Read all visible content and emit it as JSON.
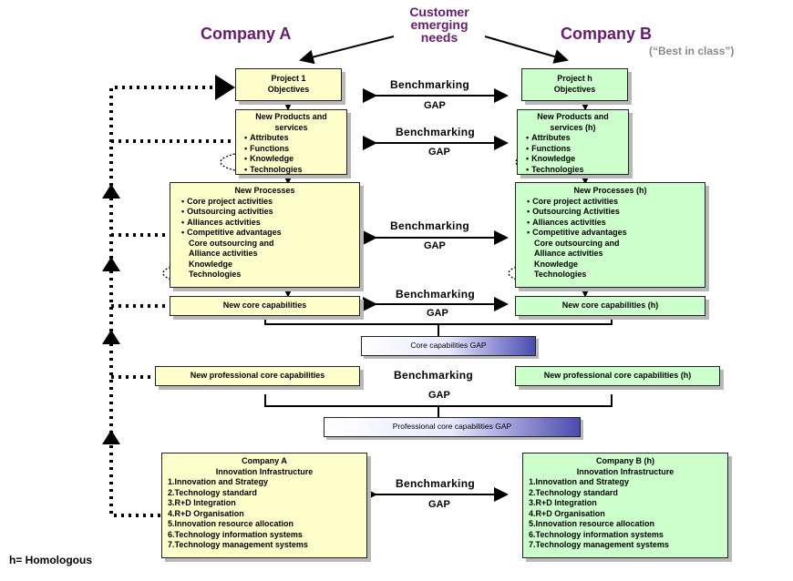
{
  "customer_needs": [
    "Customer",
    "emerging",
    "needs"
  ],
  "company_a": "Company A",
  "company_b": "Company B",
  "best_in_class": "(“Best in class”)",
  "benchmarking": "Benchmarking",
  "gap": "GAP",
  "project_a": [
    "Project 1",
    "Objectives"
  ],
  "project_b": [
    "Project h",
    "Objectives"
  ],
  "products_a": {
    "title": "New Products and services",
    "items": [
      "Attributes",
      "Functions",
      "Knowledge",
      "Technologies"
    ]
  },
  "products_b": {
    "title": "New Products and services (h)",
    "items": [
      "Attributes",
      "Functions",
      "Knowledge",
      "Technologies"
    ]
  },
  "processes_a": {
    "title": "New Processes",
    "items": [
      "Core project activities",
      "Outsourcing activities",
      "Alliances activities",
      "Competitive advantages"
    ],
    "extra": [
      "Core outsourcing and",
      "Alliance activities"
    ],
    "tail": [
      "Knowledge",
      "Technologies"
    ]
  },
  "processes_b": {
    "title": "New Processes  (h)",
    "items": [
      "Core project activities",
      "Outsourcing Activities",
      "Alliances activities",
      "Competitive advantages"
    ],
    "extra": [
      "Core outsourcing and",
      "Alliance activities"
    ],
    "tail": [
      "Knowledge",
      "Technologies"
    ]
  },
  "core_a": "New core capabilities",
  "core_b": "New core capabilities (h)",
  "core_gap": "Core capabilities GAP",
  "prof_a": "New professional core capabilities",
  "prof_b": "New professional core capabilities (h)",
  "prof_gap": "Professional core capabilities GAP",
  "infra_a": {
    "title": [
      "Company A",
      "Innovation Infrastructure"
    ],
    "items": [
      "1.Innovation and Strategy",
      "2.Technology standard",
      "3.R+D Integration",
      "4.R+D Organisation",
      "5.Innovation resource allocation",
      "6.Technology information systems",
      "7.Technology management systems"
    ]
  },
  "infra_b": {
    "title": [
      "Company B (h)",
      "Innovation Infrastructure"
    ],
    "items": [
      "1.Innovation and Strategy",
      "2.Technology standard",
      "3.R+D Integration",
      "4.R+D Organisation",
      "5.Innovation resource allocation",
      "6.Technology information systems",
      "7.Technology management systems"
    ]
  },
  "legend": "h= Homologous"
}
